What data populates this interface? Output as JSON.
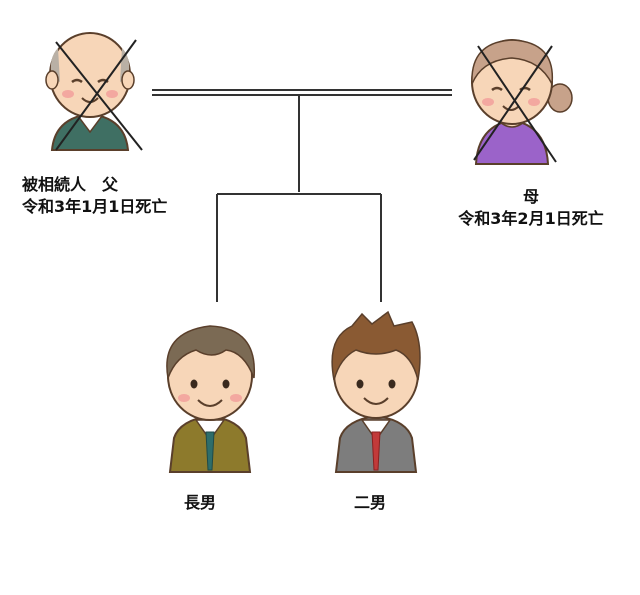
{
  "people": {
    "father": {
      "role_label": "被相続人　父",
      "death_note": "令和3年1月1日死亡",
      "deceased": true
    },
    "mother": {
      "role_label": "母",
      "death_note": "令和3年2月1日死亡",
      "deceased": true
    },
    "eldest_son": {
      "role_label": "長男"
    },
    "second_son": {
      "role_label": "二男"
    }
  },
  "colors": {
    "line": "#333333",
    "outline": "#5a3f2b",
    "skin": "#f7d6b8",
    "cheek": "#f3a8a0",
    "father_sweater": "#3f6f63",
    "father_hair": "#b9b0a5",
    "mother_top": "#9b63c9",
    "mother_hair": "#c7a28a",
    "son1_jacket": "#8d7a2c",
    "son1_tie": "#2e6d6a",
    "son1_hair": "#7b6a54",
    "son2_jacket": "#7d7d7d",
    "son2_tie": "#c23a3a",
    "son2_hair": "#8a5a33"
  },
  "icons": [
    "father-figure-icon",
    "mother-figure-icon",
    "eldest-son-figure-icon",
    "second-son-figure-icon",
    "deceased-cross-icon"
  ]
}
